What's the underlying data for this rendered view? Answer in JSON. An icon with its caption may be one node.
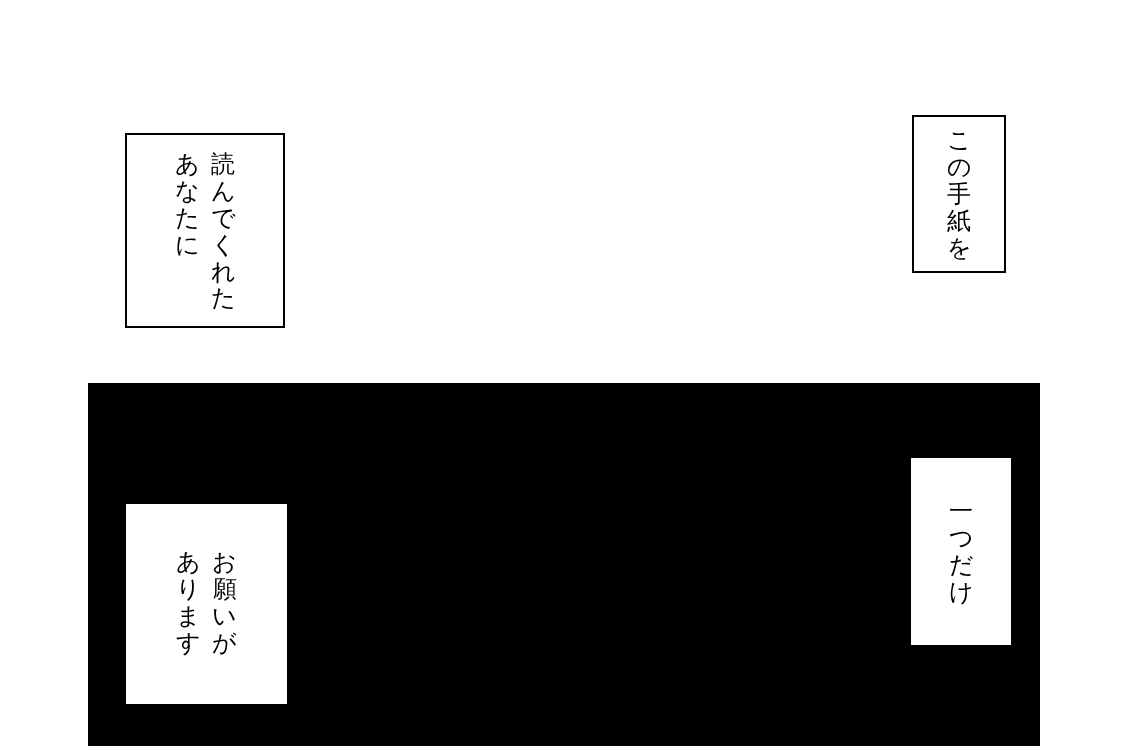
{
  "diagram": {
    "nodes": [
      {
        "text": [
          "この手紙を"
        ]
      },
      {
        "text": [
          "読んでくれたあなたに"
        ]
      },
      {
        "text": [
          "一つだけ"
        ]
      },
      {
        "text": [
          "お願いがあります"
        ]
      }
    ]
  }
}
